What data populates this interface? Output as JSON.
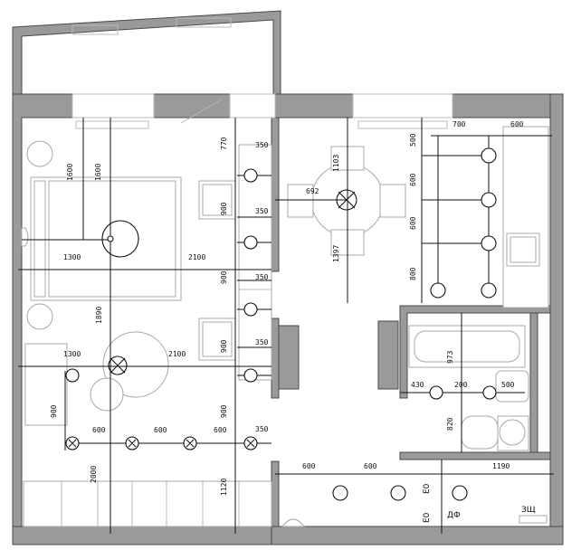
{
  "dimensions": {
    "top_spacing_right": [
      "700",
      "600"
    ],
    "bed_room_left_vertical": [
      "1600",
      "1600"
    ],
    "top_bed_horizontal": "1300",
    "bed_wall_horizontal": "2100",
    "living_second": "1300",
    "desk_lamp": "2100",
    "dining_column": [
      "770",
      "900",
      "900",
      "900",
      "900"
    ],
    "dining_side": [
      "350",
      "350",
      "350",
      "350",
      "350"
    ],
    "table_radius": "1103",
    "table_offset": "692",
    "table_height": "1397",
    "lower_left_900": "900",
    "lower_left_1890": "1890",
    "bottom_row": [
      "600",
      "600",
      "600"
    ],
    "bottom_row_side": "350",
    "bottom_vertical_2000": "2000",
    "bottom_vertical_1120": "1120",
    "kitchen_vertical": [
      "500",
      "600",
      "600",
      "800"
    ],
    "bath_vertical": [
      "973",
      "820"
    ],
    "bath_horizontal": [
      "430",
      "200",
      "500"
    ],
    "hall_row": [
      "600",
      "600"
    ],
    "hall_right": "1190"
  },
  "labels": {
    "switch_1": "Е0",
    "switch_2": "Е0",
    "df": "ДФ",
    "panel": "ЗЩ"
  }
}
